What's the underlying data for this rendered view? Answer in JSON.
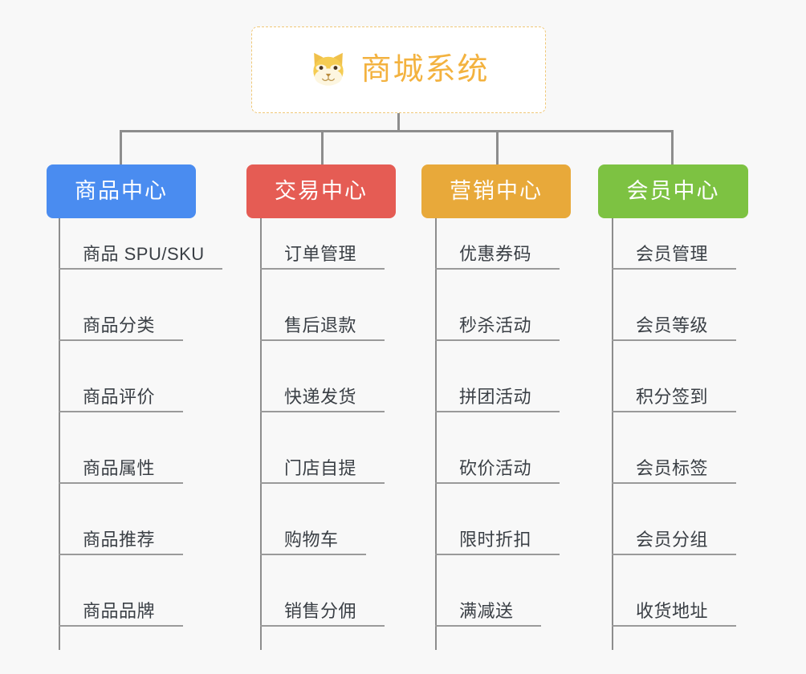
{
  "diagram": {
    "title": "商城系统",
    "background_color": "#f8f8f8",
    "root": {
      "label": "商城系统",
      "icon": "dog-face-icon",
      "text_color": "#f3b23f",
      "border_color": "#f0c878",
      "background_color": "#ffffff"
    },
    "connector_color": "#8d8d8d",
    "branches": [
      {
        "label": "商品中心",
        "color": "#4a8cf0",
        "items": [
          "商品 SPU/SKU",
          "商品分类",
          "商品评价",
          "商品属性",
          "商品推荐",
          "商品品牌"
        ]
      },
      {
        "label": "交易中心",
        "color": "#e55c54",
        "items": [
          "订单管理",
          "售后退款",
          "快递发货",
          "门店自提",
          "购物车",
          "销售分佣"
        ]
      },
      {
        "label": "营销中心",
        "color": "#e8a93a",
        "items": [
          "优惠券码",
          "秒杀活动",
          "拼团活动",
          "砍价活动",
          "限时折扣",
          "满减送"
        ]
      },
      {
        "label": "会员中心",
        "color": "#7dc242",
        "items": [
          "会员管理",
          "会员等级",
          "积分签到",
          "会员标签",
          "会员分组",
          "收货地址"
        ]
      }
    ]
  }
}
